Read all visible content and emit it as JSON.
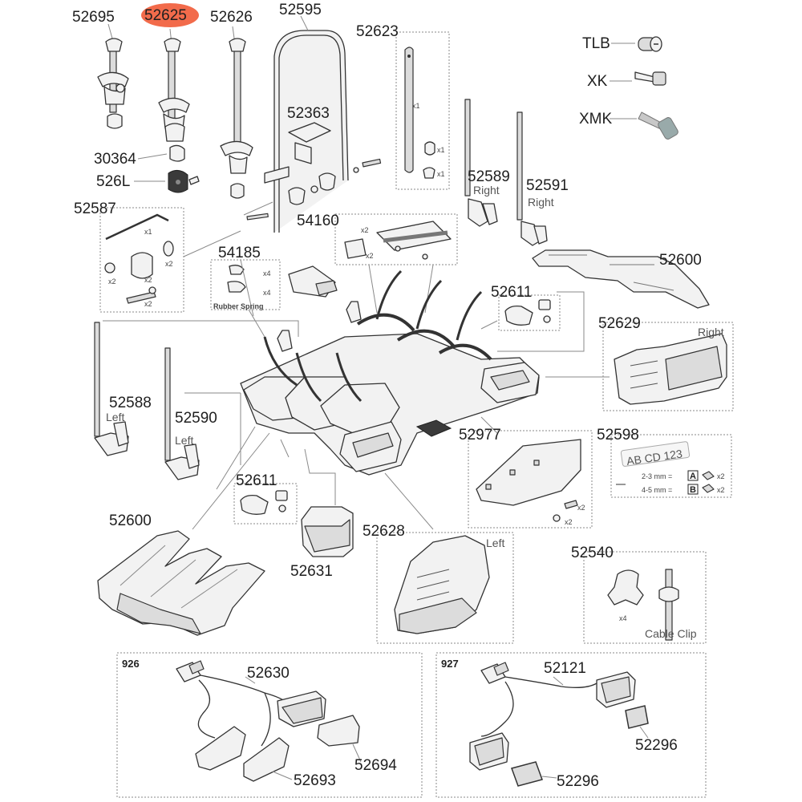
{
  "colors": {
    "highlight": "#f26b4b",
    "line": "#8a8a8a",
    "part": "#f2f2f2",
    "dark": "#3a3a3a"
  },
  "parts": {
    "p52695": "52695",
    "p52625": "52625",
    "p52626": "52626",
    "p52595": "52595",
    "p52623": "52623",
    "p52363": "52363",
    "p30364": "30364",
    "p526L": "526L",
    "p52587": "52587",
    "p54160": "54160",
    "p54185": "54185",
    "p52589": "52589",
    "p52591": "52591",
    "p52600_top": "52600",
    "p52611_top": "52611",
    "p52629": "52629",
    "p52588": "52588",
    "p52590": "52590",
    "p52977": "52977",
    "p52598": "52598",
    "p52611_bottom": "52611",
    "p52600_bottom": "52600",
    "p52631": "52631",
    "p52628": "52628",
    "p52540": "52540",
    "p52630": "52630",
    "p52694": "52694",
    "p52693": "52693",
    "p52121": "52121",
    "p52296_a": "52296",
    "p52296_b": "52296"
  },
  "keys": {
    "tlb": "TLB",
    "xk": "XK",
    "xmk": "XMK"
  },
  "labels": {
    "right_52589": "Right",
    "right_52591": "Right",
    "right_52629": "Right",
    "left_52588": "Left",
    "left_52590": "Left",
    "left_52628": "Left",
    "rubber_spring": "Rubber Spring",
    "cable_clip": "Cable Clip",
    "kit_926": "926",
    "kit_927": "927",
    "plate_text": "AB CD 123",
    "mm_23": "2-3 mm =",
    "mm_45": "4-5 mm =",
    "letter_a": "A",
    "letter_b": "B"
  },
  "qty": {
    "x1": "x1",
    "x2": "x2",
    "x4": "x4"
  }
}
